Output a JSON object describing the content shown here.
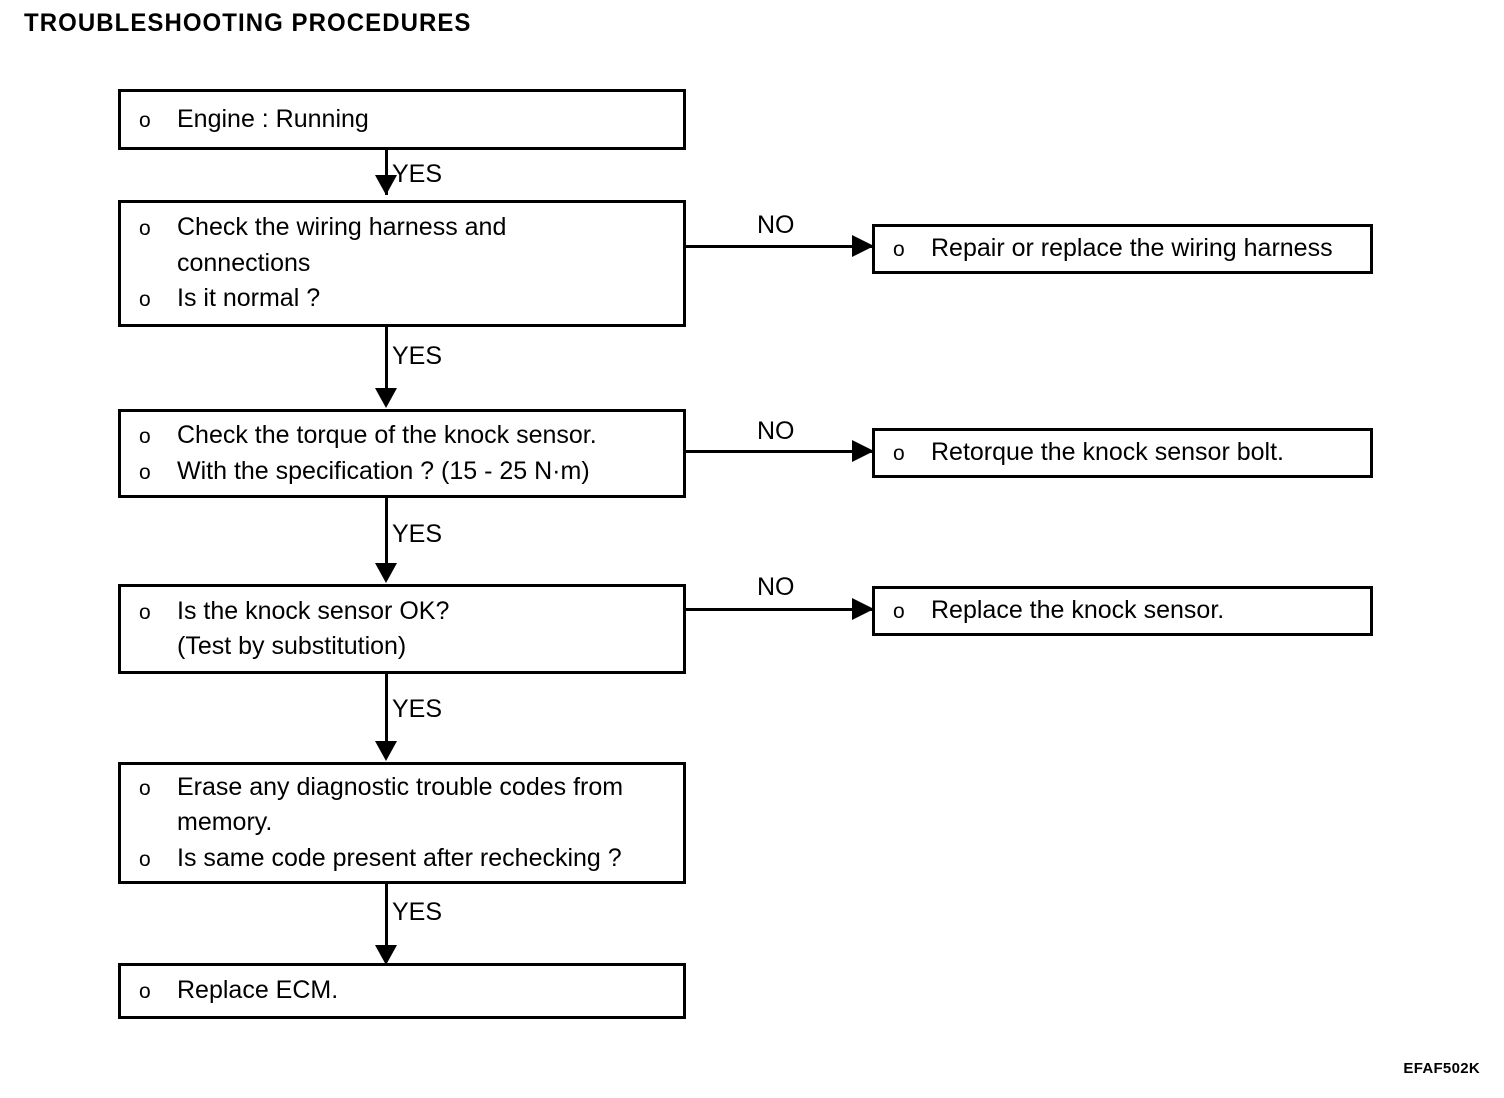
{
  "title": "TROUBLESHOOTING PROCEDURES",
  "footer_code": "EFAF502K",
  "colors": {
    "ink": "#000000",
    "paper": "#ffffff"
  },
  "bullet_glyph": "o",
  "flow": {
    "main_boxes": [
      {
        "id": "engine-running",
        "lines": [
          {
            "bullet": true,
            "text": "Engine : Running"
          }
        ]
      },
      {
        "id": "check-wiring-harness",
        "lines": [
          {
            "bullet": true,
            "text": "Check the wiring harness and"
          },
          {
            "bullet": false,
            "text": "connections"
          },
          {
            "bullet": true,
            "text": "Is it normal ?"
          }
        ]
      },
      {
        "id": "check-knock-sensor-torque",
        "lines": [
          {
            "bullet": true,
            "text": "Check the torque of the knock sensor."
          },
          {
            "bullet": true,
            "text": "With the specification ? (15 - 25 N·m)"
          }
        ]
      },
      {
        "id": "knock-sensor-ok",
        "lines": [
          {
            "bullet": true,
            "text": "Is the knock sensor OK?"
          },
          {
            "bullet": false,
            "text": "(Test by substitution)"
          }
        ]
      },
      {
        "id": "erase-trouble-codes",
        "lines": [
          {
            "bullet": true,
            "text": "Erase any diagnostic trouble codes from"
          },
          {
            "bullet": false,
            "text": "memory."
          },
          {
            "bullet": true,
            "text": "Is same code present after rechecking ?"
          }
        ]
      },
      {
        "id": "replace-ecm",
        "lines": [
          {
            "bullet": true,
            "text": "Replace ECM."
          }
        ]
      }
    ],
    "branch_boxes": [
      {
        "id": "repair-wiring-harness",
        "lines": [
          {
            "bullet": true,
            "text": "Repair or replace the wiring harness"
          }
        ]
      },
      {
        "id": "retorque-knock-sensor-bolt",
        "lines": [
          {
            "bullet": true,
            "text": "Retorque the knock sensor bolt."
          }
        ]
      },
      {
        "id": "replace-knock-sensor",
        "lines": [
          {
            "bullet": true,
            "text": "Replace the knock sensor."
          }
        ]
      }
    ],
    "yes_labels": [
      "YES",
      "YES",
      "YES",
      "YES",
      "YES"
    ],
    "no_labels": [
      "NO",
      "NO",
      "NO"
    ]
  }
}
